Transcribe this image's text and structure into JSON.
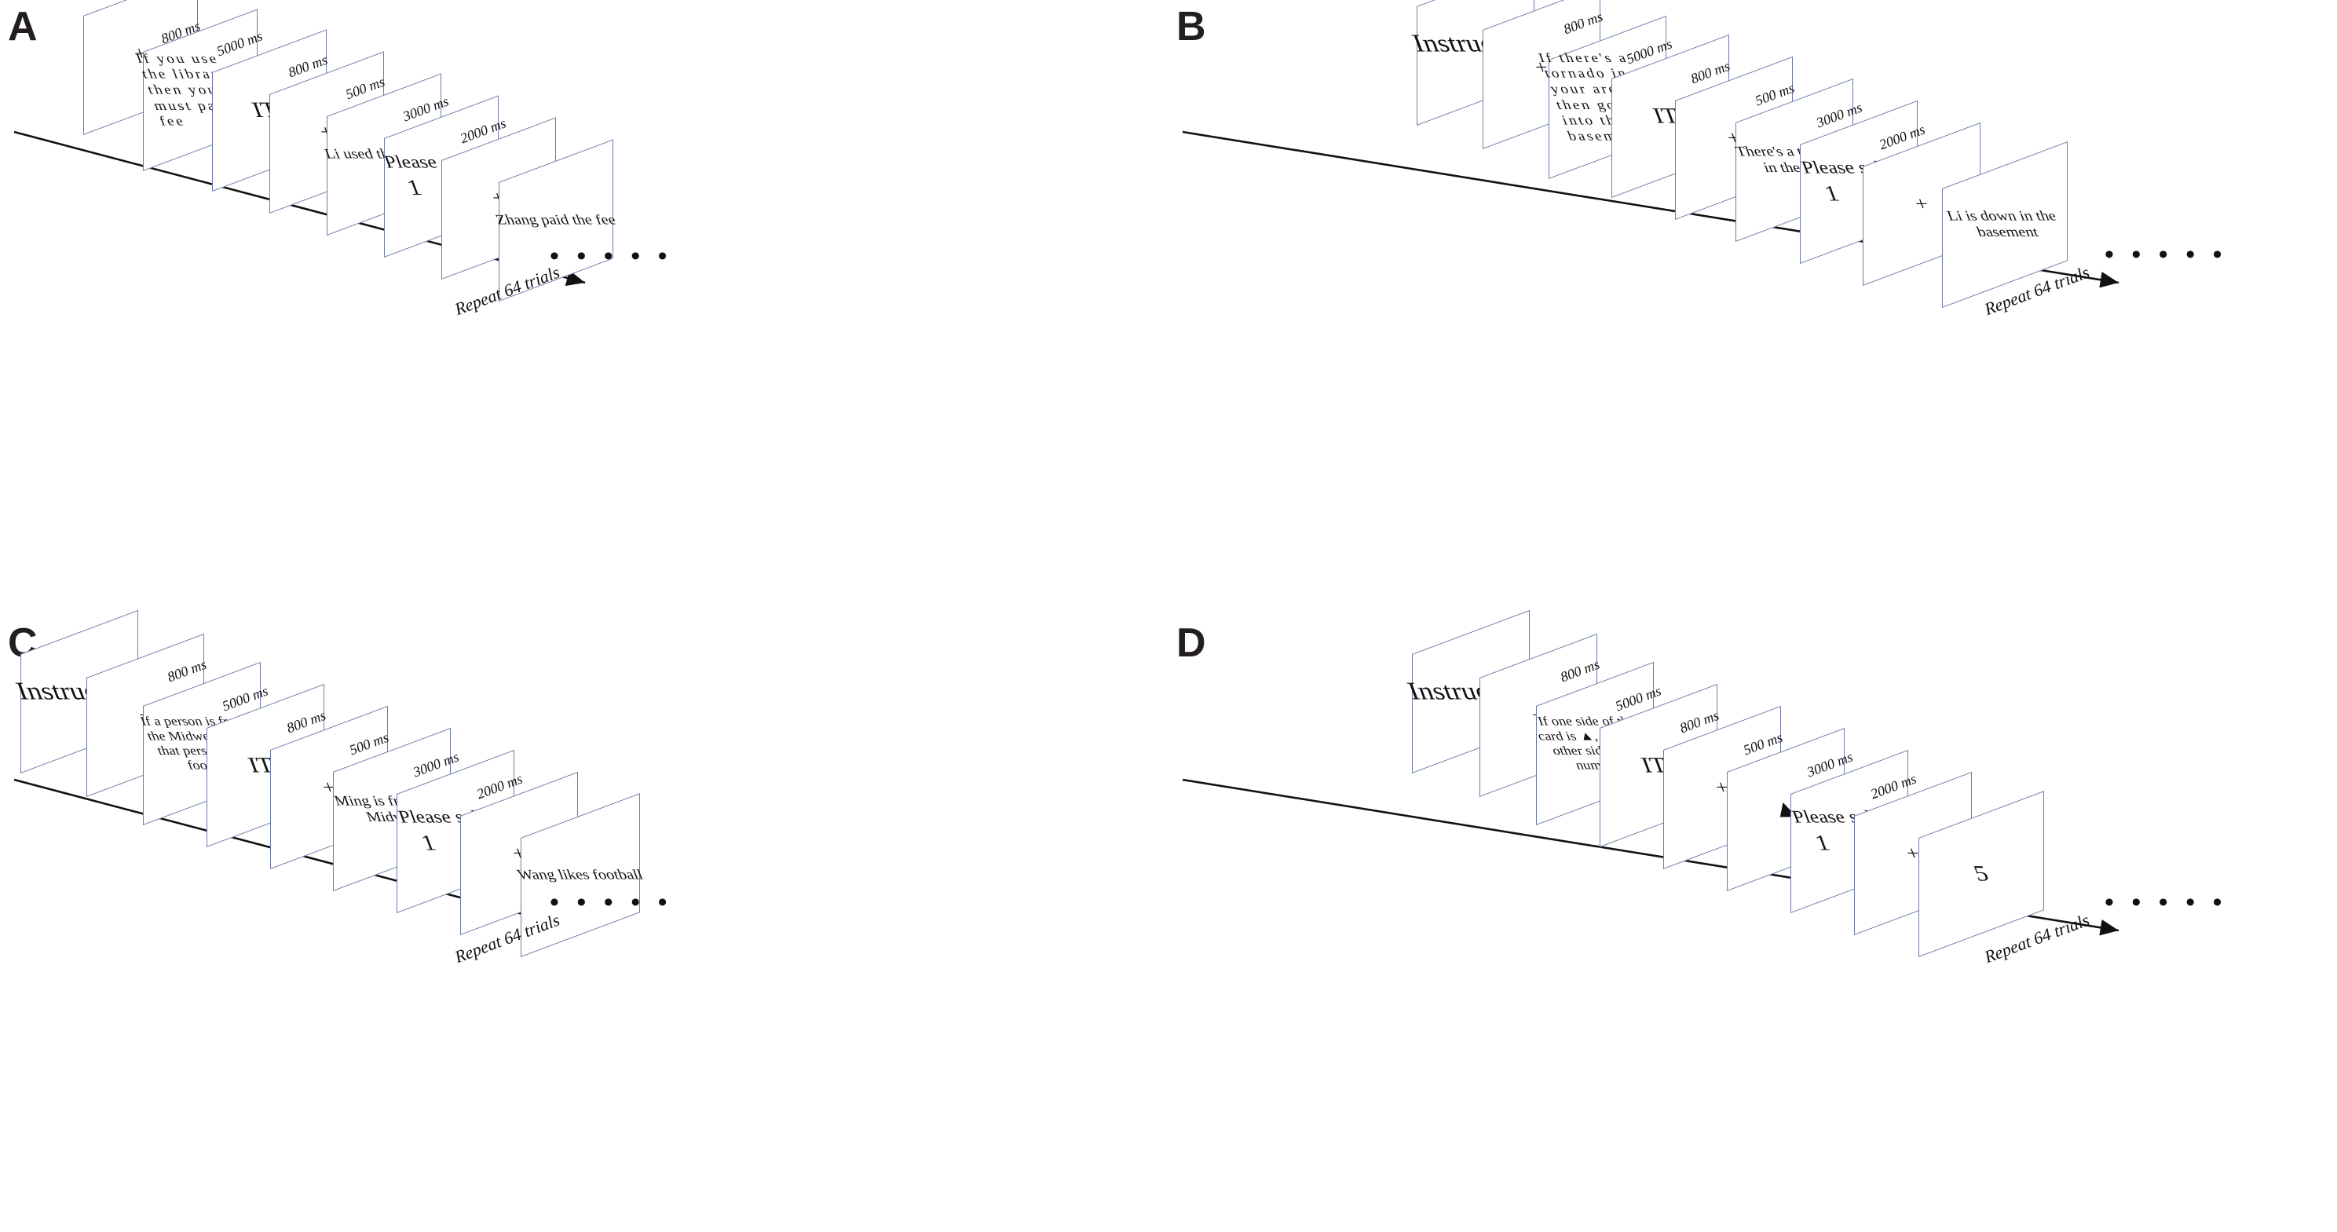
{
  "figure": {
    "description": "Four-panel experimental trial-sequence schematic (A, B, C, D), each showing a sequence of stimulus screens drawn in oblique 3D projection along a diagonal time arrow.",
    "repeat_label": "Repeat 64 trials",
    "ellipsis": "• • • • •",
    "card_border_color": "#6b7aa8",
    "label_color": "#231f20"
  },
  "panels": [
    {
      "id": "A",
      "label": "A",
      "has_instruction": false,
      "repeat": "Repeat 64 trials",
      "screens": [
        {
          "name": "fixation-1",
          "text": "+",
          "duration": "800 ms",
          "style": "fix"
        },
        {
          "name": "rule-premise",
          "text": "If you use the library, then you must pay the fee",
          "duration": "5000 ms",
          "style": "wide"
        },
        {
          "name": "iti",
          "text": "ITI",
          "duration": "800 ms",
          "style": "big"
        },
        {
          "name": "fixation-2",
          "text": "+",
          "duration": "500 ms",
          "style": "fix"
        },
        {
          "name": "minor-premise",
          "text": "Li used the library",
          "duration": "3000 ms",
          "style": "small"
        },
        {
          "name": "response",
          "text": "Please select",
          "options": "1    2",
          "duration": "2000 ms",
          "style": "sel"
        },
        {
          "name": "fixation-3",
          "text": "+",
          "duration": "",
          "style": "fix"
        },
        {
          "name": "conclusion",
          "text": "Zhang paid the fee",
          "duration": "",
          "style": "small"
        }
      ]
    },
    {
      "id": "B",
      "label": "B",
      "has_instruction": true,
      "instruction_label": "Instruction",
      "repeat": "Repeat 64 trials",
      "screens": [
        {
          "name": "instruction",
          "text": "Instruction",
          "duration": "",
          "style": "instr"
        },
        {
          "name": "fixation-1",
          "text": "+",
          "duration": "800 ms",
          "style": "fix"
        },
        {
          "name": "rule-premise",
          "text": "If there's a tornado in your area, then go down into the basement",
          "duration": "5000 ms",
          "style": "wide"
        },
        {
          "name": "iti",
          "text": "ITI",
          "duration": "800 ms",
          "style": "big"
        },
        {
          "name": "fixation-2",
          "text": "+",
          "duration": "500 ms",
          "style": "fix"
        },
        {
          "name": "minor-premise",
          "text": "There's a tornado in the area",
          "duration": "3000 ms",
          "style": "small"
        },
        {
          "name": "response",
          "text": "Please select",
          "options": "1    2",
          "duration": "2000 ms",
          "style": "sel"
        },
        {
          "name": "fixation-3",
          "text": "+",
          "duration": "",
          "style": "fix"
        },
        {
          "name": "conclusion",
          "text": "Li is down in the basement",
          "duration": "",
          "style": "small"
        }
      ]
    },
    {
      "id": "C",
      "label": "C",
      "has_instruction": true,
      "instruction_label": "Instruction",
      "repeat": "Repeat 64 trials",
      "screens": [
        {
          "name": "instruction",
          "text": "Instruction",
          "duration": "",
          "style": "instr"
        },
        {
          "name": "fixation-1",
          "text": "+",
          "duration": "800 ms",
          "style": "fix"
        },
        {
          "name": "rule-premise",
          "text": "If a person is from the Midwest, then that person likes football",
          "duration": "5000 ms",
          "style": "tiny"
        },
        {
          "name": "iti",
          "text": "ITI",
          "duration": "800 ms",
          "style": "big"
        },
        {
          "name": "fixation-2",
          "text": "+",
          "duration": "500 ms",
          "style": "fix"
        },
        {
          "name": "minor-premise",
          "text": "Ming is from the Midwest",
          "duration": "3000 ms",
          "style": "small"
        },
        {
          "name": "response",
          "text": "Please select",
          "options": "1    2",
          "duration": "2000 ms",
          "style": "sel"
        },
        {
          "name": "fixation-3",
          "text": "+",
          "duration": "",
          "style": "fix"
        },
        {
          "name": "conclusion",
          "text": "Wang likes football",
          "duration": "",
          "style": "small"
        }
      ]
    },
    {
      "id": "D",
      "label": "D",
      "has_instruction": true,
      "instruction_label": "Instruction",
      "repeat": "Repeat 64 trials",
      "screens": [
        {
          "name": "instruction",
          "text": "Instruction",
          "duration": "",
          "style": "instr"
        },
        {
          "name": "fixation-1",
          "text": "+",
          "duration": "800 ms",
          "style": "fix"
        },
        {
          "name": "rule-premise",
          "text": "If one side of the card is ▲, then the other side is the number 5",
          "duration": "5000 ms",
          "style": "tiny"
        },
        {
          "name": "iti",
          "text": "ITI",
          "duration": "800 ms",
          "style": "big"
        },
        {
          "name": "fixation-2",
          "text": "+",
          "duration": "500 ms",
          "style": "fix"
        },
        {
          "name": "minor-premise",
          "text": "▲",
          "duration": "3000 ms",
          "style": "tri"
        },
        {
          "name": "response",
          "text": "Please select",
          "options": "1    2",
          "duration": "2000 ms",
          "style": "sel"
        },
        {
          "name": "fixation-3",
          "text": "+",
          "duration": "",
          "style": "fix"
        },
        {
          "name": "conclusion",
          "text": "5",
          "duration": "",
          "style": "big"
        }
      ]
    }
  ]
}
